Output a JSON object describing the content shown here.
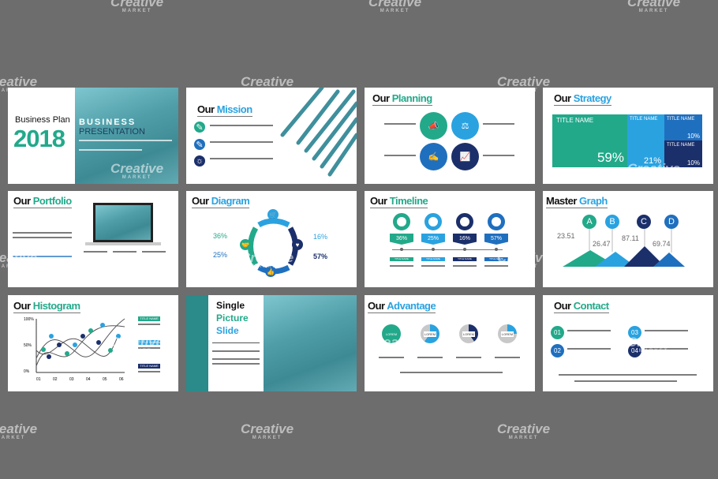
{
  "watermark": {
    "brand": "Creative",
    "sub": "MARKET"
  },
  "colors": {
    "green": "#22a98a",
    "light_blue": "#2aa2e0",
    "blue": "#1f6fbf",
    "navy": "#1b2f6b",
    "background": "#6d6d6d"
  },
  "slides": {
    "cover": {
      "kicker": "Business Plan",
      "year": "2018",
      "line1": "BUSINESS",
      "line2": "PRESENTATION"
    },
    "mission": {
      "a": "Our",
      "b": "Mission"
    },
    "planning": {
      "a": "Our",
      "b": "Planning",
      "icons": [
        "megaphone-icon",
        "scales-icon",
        "document-pen-icon",
        "chart-icon"
      ]
    },
    "strategy": {
      "a": "Our",
      "b": "Strategy",
      "blocks": [
        {
          "title": "TITLE NAME",
          "value": "59%"
        },
        {
          "title": "TITLE NAME",
          "value": "21%"
        },
        {
          "title": "TITLE NAME",
          "value": "10%"
        },
        {
          "title": "TITLE NAME",
          "value": "10%"
        }
      ]
    },
    "portfolio": {
      "a": "Our",
      "b": "Portfolio"
    },
    "diagram": {
      "a": "Our",
      "b": "Diagram",
      "values": [
        "36%",
        "16%",
        "25%",
        "57%"
      ]
    },
    "timeline": {
      "a": "Our",
      "b": "Timeline",
      "values": [
        "36%",
        "25%",
        "16%",
        "57%"
      ],
      "labels": [
        "TITLE NAME",
        "TITLE NAME",
        "TITLE NAME",
        "TITLE NAME"
      ]
    },
    "graph": {
      "a": "Master",
      "b": "Graph",
      "letters": [
        "A",
        "B",
        "C",
        "D"
      ],
      "values": [
        "23.51",
        "26.47",
        "87.11",
        "69.74"
      ]
    },
    "histogram": {
      "a": "Our",
      "b": "Histogram",
      "y_ticks": [
        "100%",
        "50%",
        "0%"
      ],
      "x_ticks": [
        "01",
        "02",
        "03",
        "04",
        "05",
        "06"
      ],
      "tags": [
        "TITLE NAME",
        "TITLE NAME",
        "TITLE NAME"
      ]
    },
    "single": {
      "l1": "Single",
      "l2": "Picture",
      "l3": "Slide"
    },
    "advantage": {
      "a": "Our",
      "b": "Advantage",
      "circle_text": [
        "LOREM",
        "LOREM",
        "LOREM",
        "LOREM"
      ]
    },
    "contact": {
      "a": "Our",
      "b": "Contact",
      "numbers": [
        "01",
        "02",
        "03",
        "04"
      ]
    }
  }
}
